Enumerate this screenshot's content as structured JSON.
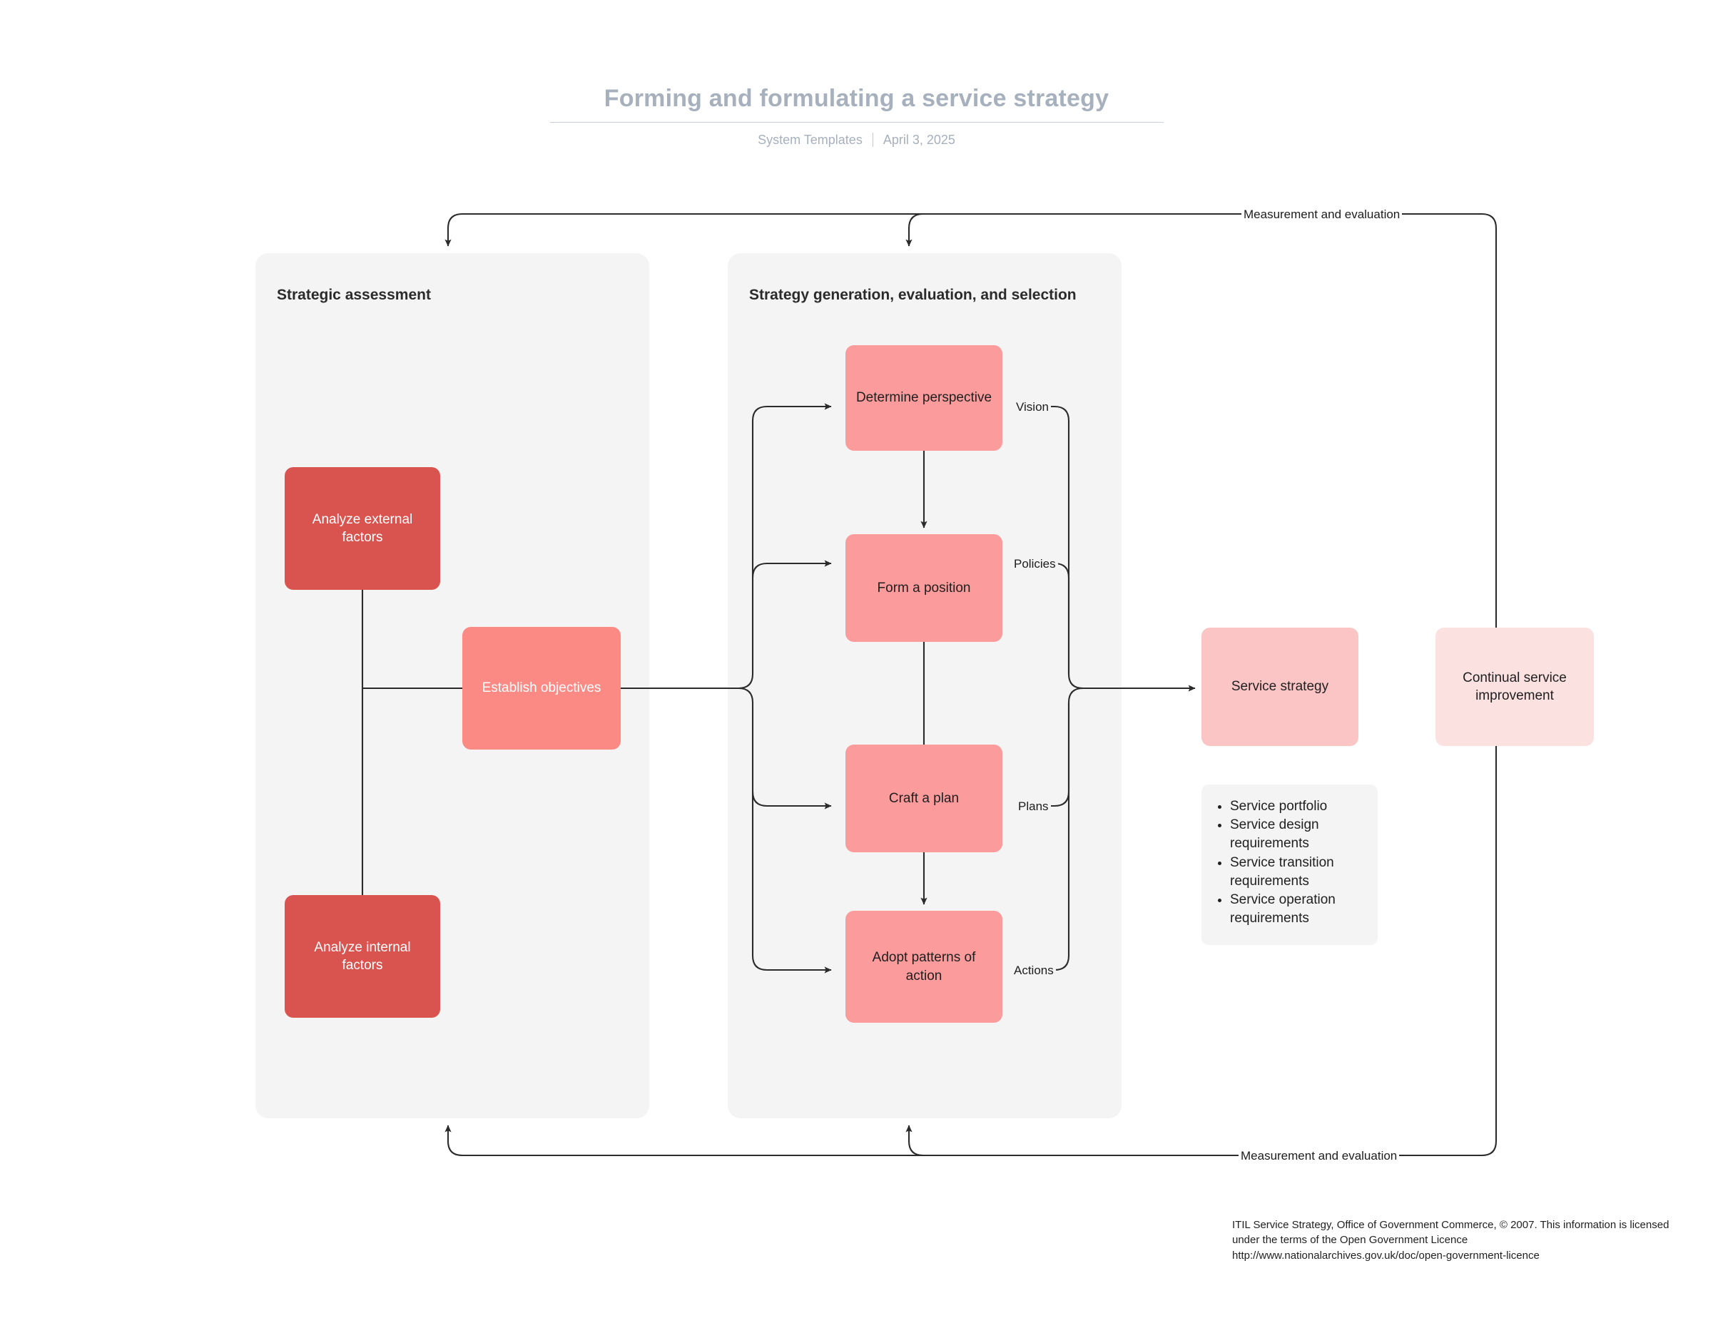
{
  "header": {
    "title": "Forming and formulating a service strategy",
    "source": "System Templates",
    "date": "April 3, 2025",
    "separator": ""
  },
  "groups": [
    {
      "id": "strategic-assessment",
      "title": "Strategic assessment"
    },
    {
      "id": "strategy-generation",
      "title": "Strategy generation, evaluation, and selection"
    }
  ],
  "nodes": {
    "analyze_external": "Analyze external factors",
    "analyze_internal": "Analyze internal factors",
    "establish_objectives": "Establish objectives",
    "determine_perspective": "Determine perspective",
    "form_position": "Form a position",
    "craft_plan": "Craft a plan",
    "adopt_patterns": "Adopt patterns of action",
    "service_strategy": "Service strategy",
    "continual_improvement": "Continual service improvement"
  },
  "edge_labels": {
    "vision": "Vision",
    "policies": "Policies",
    "plans": "Plans",
    "actions": "Actions",
    "measurement_top": "Measurement and evaluation",
    "measurement_bottom": "Measurement and evaluation"
  },
  "outputs": {
    "items": [
      "Service portfolio",
      "Service design requirements",
      "Service transition requirements",
      "Service operation requirements"
    ]
  },
  "footer": {
    "note": "ITIL Service Strategy, Office of Government Commerce, © 2007. This information is licensed under the terms of the Open Government Licence http://www.nationalarchives.gov.uk/doc/open-government-licence"
  },
  "colors": {
    "dark_red": "#d9544f",
    "mid_red": "#fb8a85",
    "salmon": "#fb9b9b",
    "pale_pink": "#fbc5c5",
    "faint_pink": "#fce1e1",
    "panel_bg": "#f4f4f4",
    "title_gray": "#a7b0bd",
    "line": "#2b2b2b"
  }
}
